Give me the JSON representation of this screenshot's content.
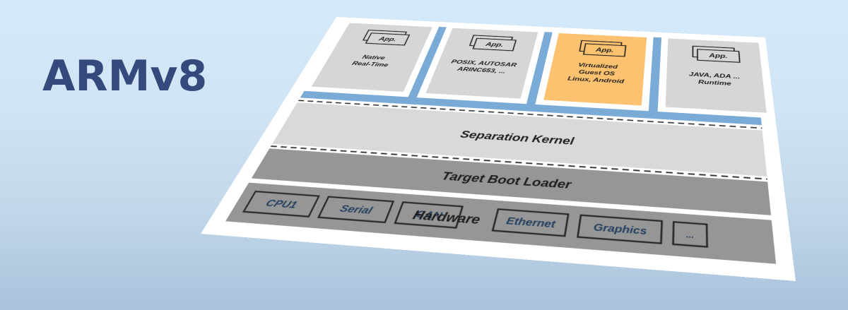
{
  "title": "ARMv8",
  "colors": {
    "title": "#344a7c",
    "partition_gray": "#d6d6d6",
    "partition_highlight": "#fdc26f",
    "bus_blue": "#7aaad6",
    "kernel": "#d9d9d9",
    "bootloader": "#969696",
    "hardware": "#969696",
    "sheet": "#ffffff"
  },
  "partitions": [
    {
      "app_label": "App.",
      "lines": [
        "Native",
        "Real-Time"
      ],
      "highlighted": false
    },
    {
      "app_label": "App.",
      "lines": [
        "POSIX, AUTOSAR",
        "ARINC653, ..."
      ],
      "highlighted": false
    },
    {
      "app_label": "App.",
      "lines": [
        "Virtualized",
        "Guest OS",
        "Linux, Android"
      ],
      "highlighted": true
    },
    {
      "app_label": "App.",
      "lines": [
        "JAVA, ADA ...",
        "Runtime"
      ],
      "highlighted": false
    }
  ],
  "layers": {
    "kernel": "Separation Kernel",
    "bootloader": "Target Boot Loader",
    "hardware": "Hardware"
  },
  "hardware_items": [
    "CPU1",
    "Serial",
    "CAN",
    "Ethernet",
    "Graphics",
    "..."
  ]
}
